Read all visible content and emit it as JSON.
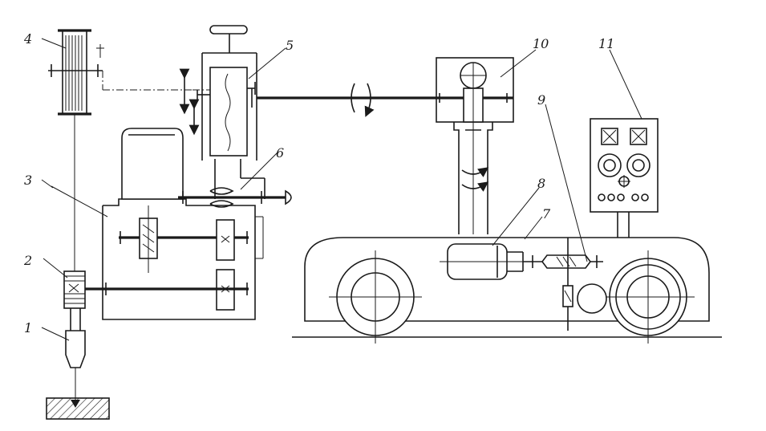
{
  "labels": {
    "l1": "1",
    "l2": "2",
    "l3": "3",
    "l4": "4",
    "l5": "5",
    "l6": "6",
    "l7": "7",
    "l8": "8",
    "l9": "9",
    "l10": "10",
    "l11": "11"
  },
  "colors": {
    "ink": "#1a1a1a",
    "paper": "#ffffff"
  }
}
